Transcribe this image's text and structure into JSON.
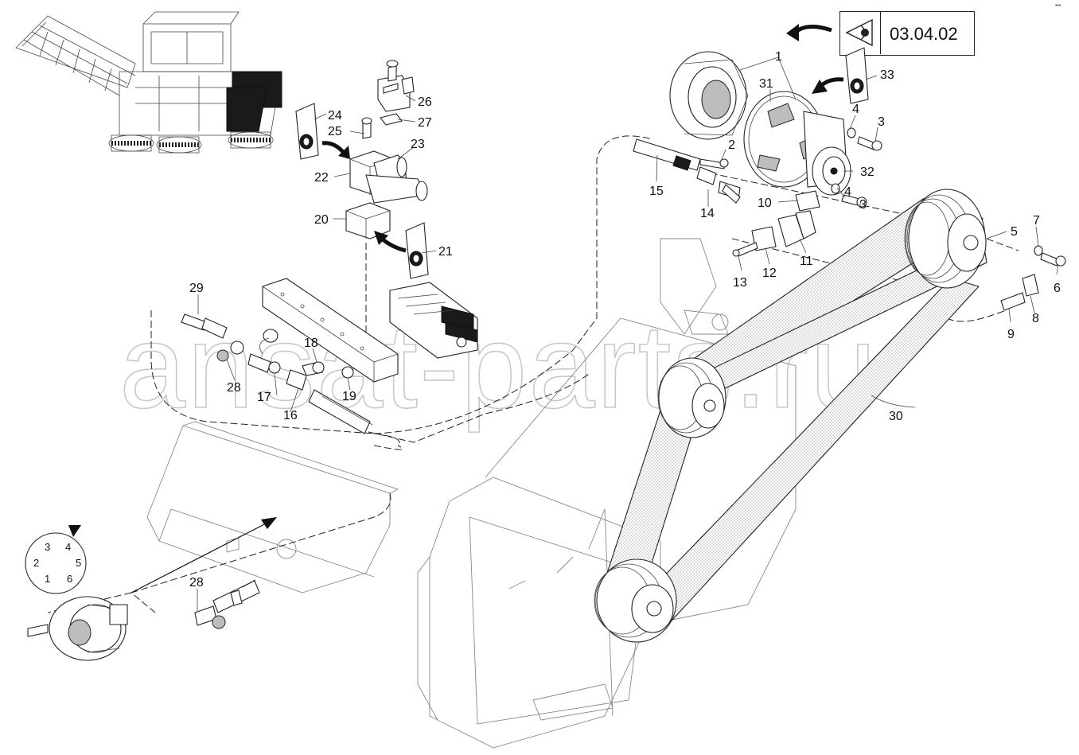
{
  "reference": {
    "code": "03.04.02",
    "icon": "eye-icon"
  },
  "corner_mark": "•••",
  "watermark": "ansat-parts.ru",
  "callouts": [
    {
      "id": "c1",
      "label": "1"
    },
    {
      "id": "c2",
      "label": "2"
    },
    {
      "id": "c3a",
      "label": "3"
    },
    {
      "id": "c3b",
      "label": "3"
    },
    {
      "id": "c4a",
      "label": "4"
    },
    {
      "id": "c4b",
      "label": "4"
    },
    {
      "id": "c5",
      "label": "5"
    },
    {
      "id": "c6",
      "label": "6"
    },
    {
      "id": "c7",
      "label": "7"
    },
    {
      "id": "c8",
      "label": "8"
    },
    {
      "id": "c9",
      "label": "9"
    },
    {
      "id": "c10",
      "label": "10"
    },
    {
      "id": "c11",
      "label": "11"
    },
    {
      "id": "c12",
      "label": "12"
    },
    {
      "id": "c13",
      "label": "13"
    },
    {
      "id": "c14",
      "label": "14"
    },
    {
      "id": "c15",
      "label": "15"
    },
    {
      "id": "c16",
      "label": "16"
    },
    {
      "id": "c17",
      "label": "17"
    },
    {
      "id": "c18",
      "label": "18"
    },
    {
      "id": "c19",
      "label": "19"
    },
    {
      "id": "c20",
      "label": "20"
    },
    {
      "id": "c21",
      "label": "21"
    },
    {
      "id": "c22",
      "label": "22"
    },
    {
      "id": "c23",
      "label": "23"
    },
    {
      "id": "c24",
      "label": "24"
    },
    {
      "id": "c25",
      "label": "25"
    },
    {
      "id": "c26",
      "label": "26"
    },
    {
      "id": "c27",
      "label": "27"
    },
    {
      "id": "c28a",
      "label": "28"
    },
    {
      "id": "c28b",
      "label": "28"
    },
    {
      "id": "c29",
      "label": "29"
    },
    {
      "id": "c30",
      "label": "30"
    },
    {
      "id": "c31",
      "label": "31"
    },
    {
      "id": "c32",
      "label": "32"
    },
    {
      "id": "c33",
      "label": "33"
    }
  ],
  "connector_pins": [
    {
      "id": "p1",
      "label": "1"
    },
    {
      "id": "p2",
      "label": "2"
    },
    {
      "id": "p3",
      "label": "3"
    },
    {
      "id": "p4",
      "label": "4"
    },
    {
      "id": "p5",
      "label": "5"
    },
    {
      "id": "p6",
      "label": "6"
    }
  ]
}
